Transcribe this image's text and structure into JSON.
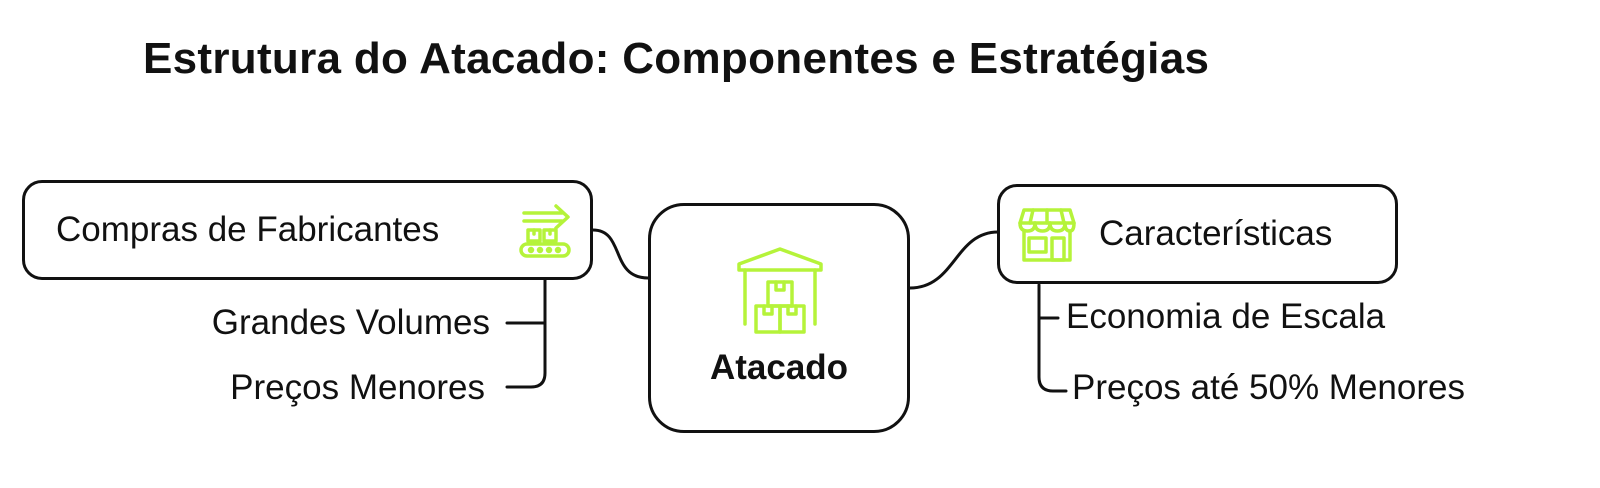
{
  "title": "Estrutura do Atacado: Componentes e Estratégias",
  "center": {
    "label": "Atacado",
    "icon": "warehouse-icon"
  },
  "left_branch": {
    "label": "Compras de Fabricantes",
    "icon": "conveyor-belt-icon",
    "children": [
      "Grandes Volumes",
      "Preços Menores"
    ]
  },
  "right_branch": {
    "label": "Características",
    "icon": "storefront-icon",
    "children": [
      "Economia de Escala",
      "Preços até 50% Menores"
    ]
  },
  "colors": {
    "accent": "#b5f33a",
    "stroke": "#111111",
    "background": "#ffffff"
  }
}
